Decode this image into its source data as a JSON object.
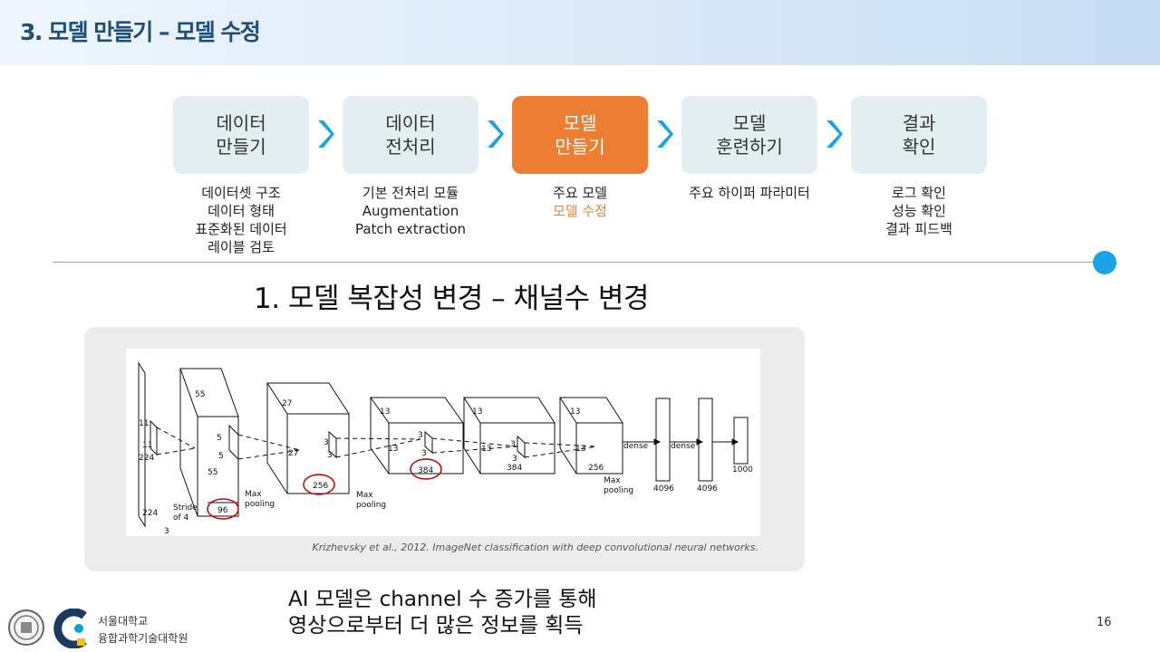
{
  "header": {
    "title": "3. 모델 만들기 – 모델 수정"
  },
  "steps": [
    {
      "label": "데이터\n만들기",
      "desc": [
        "데이터셋 구조",
        "데이터 형태",
        "표준화된 데이터",
        "레이블 검토"
      ]
    },
    {
      "label": "데이터\n전처리",
      "desc": [
        "기본 전처리 모듈",
        "Augmentation",
        "Patch extraction"
      ]
    },
    {
      "label": "모델\n만들기",
      "desc": [
        "주요 모델",
        "모델 수정"
      ],
      "active": true
    },
    {
      "label": "모델\n훈련하기",
      "desc": [
        "주요 하이퍼 파라미터"
      ]
    },
    {
      "label": "결과\n확인",
      "desc": [
        "로그 확인",
        "성능 확인",
        "결과 피드백"
      ]
    }
  ],
  "section_title": "1. 모델 복잡성 변경 – 채널수 변경",
  "diagram": {
    "labels": {
      "in_11a": "11",
      "in_11b": "11",
      "in_224a": "224",
      "in_224b": "224",
      "in_3": "3",
      "stride": "Stride",
      "of4": "of 4",
      "c1_55a": "55",
      "c1_55b": "55",
      "c1_5a": "5",
      "c1_5b": "5",
      "c1_96": "96",
      "pool1a": "Max",
      "pool1b": "pooling",
      "c2_27a": "27",
      "c2_27b": "27",
      "c2_3a": "3",
      "c2_3b": "3",
      "c2_256": "256",
      "pool2a": "Max",
      "pool2b": "pooling",
      "c3_13a": "13",
      "c3_13b": "13",
      "c3_3a": "3",
      "c3_3b": "3",
      "c3_384": "384",
      "c4_13a": "13",
      "c4_13b": "13",
      "c4_3a": "3",
      "c4_3b": "3",
      "c4_384": "384",
      "c5_13a": "13",
      "c5_13b": "13",
      "c5_256": "256",
      "pool3a": "Max",
      "pool3b": "pooling",
      "dense1": "dense",
      "dense2": "dense",
      "fc_4096a": "4096",
      "fc_4096b": "4096",
      "fc_1000": "1000"
    },
    "colors": {
      "highlight_circle": "#cc0000"
    }
  },
  "citation": "Krizhevsky et al., 2012. ImageNet classification with deep convolutional neural networks.",
  "caption": {
    "line1": "AI 모델은 channel 수 증가를 통해",
    "line2": "영상으로부터 더 많은 정보를 획득"
  },
  "footer": {
    "org1": "서울대학교",
    "org2": "융합과학기술대학원",
    "page": "16"
  },
  "colors": {
    "accent_orange": "#ed7d31",
    "box_bg": "#e3eef0",
    "chevron_blue": "#1aa3e8",
    "title_blue": "#1f4e79"
  }
}
